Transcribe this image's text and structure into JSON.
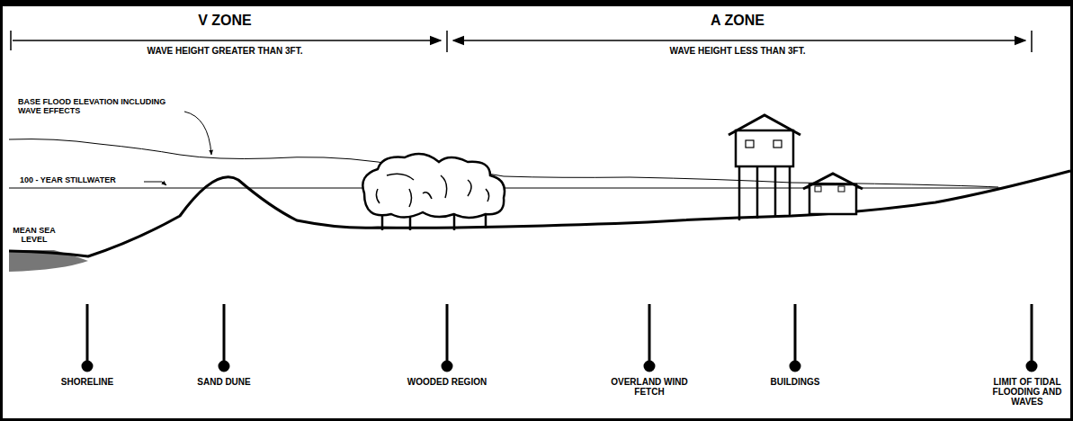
{
  "diagram": {
    "labels": [
      "V ZONE",
      "WAVE HEIGHT GREATER THAN 3FT.",
      "A ZONE",
      "WAVE HEIGHT LESS THAN 3FT.",
      "BASE FLOOD ELEVATION INCLUDING WAVE EFFECTS",
      "100 - YEAR STILLWATER",
      "MEAN SEA LEVEL",
      "SHORELINE",
      "SAND DUNE",
      "WOODED REGION",
      "OVERLAND WIND FETCH",
      "BUILDINGS",
      "LIMIT OF TIDAL FLOODING AND WAVES"
    ]
  }
}
